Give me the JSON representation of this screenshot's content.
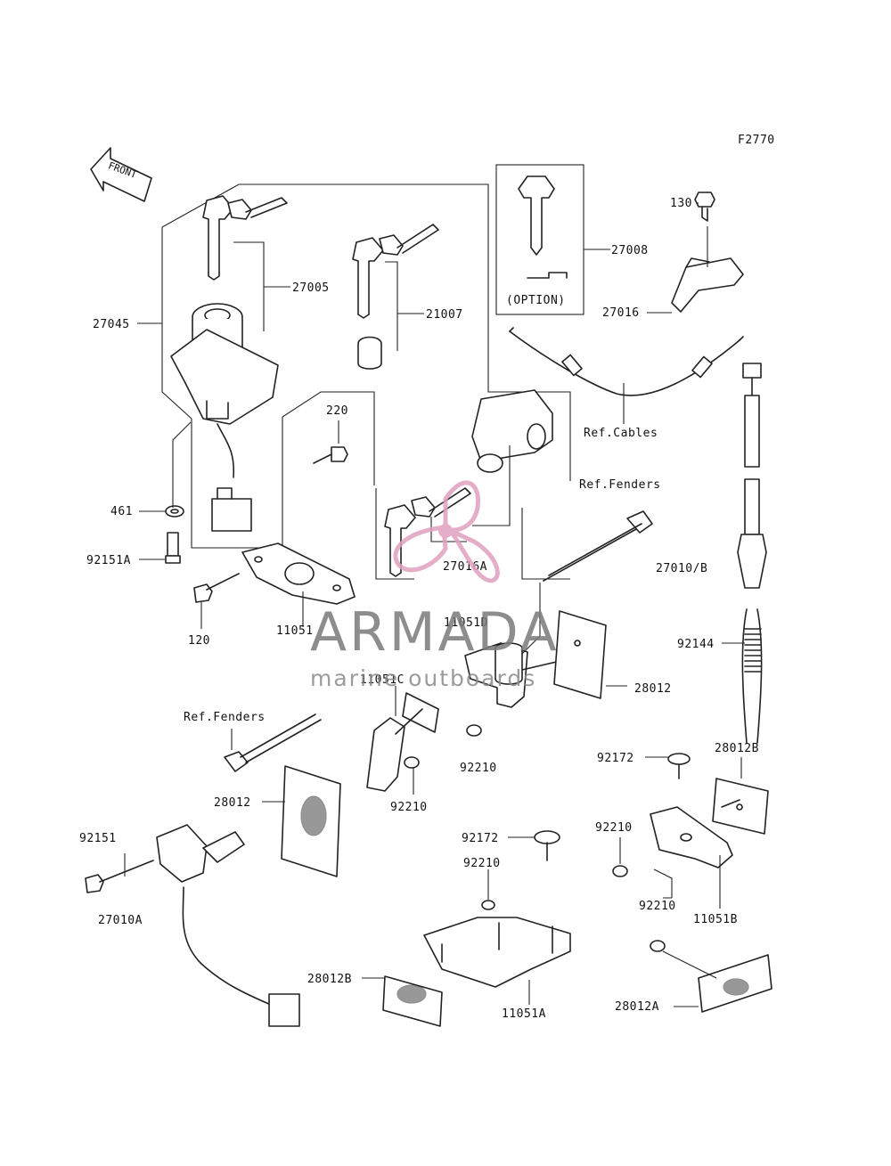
{
  "figure_code": "F2770",
  "front_arrow_label": "FRONT",
  "option_label": "(OPTION)",
  "watermark": {
    "brand": "ARMADA",
    "tagline": "marine outboards",
    "logo_color": "#e0a0c0"
  },
  "part_labels": [
    "130",
    "27008",
    "27016",
    "27005",
    "27045",
    "21007",
    "Ref.Cables",
    "220",
    "Ref.Fenders",
    "461",
    "92151A",
    "27016A",
    "27010/B",
    "120",
    "11051",
    "11051D",
    "92144",
    "11051C",
    "28012",
    "Ref.Fenders",
    "92210",
    "92172",
    "28012B",
    "28012",
    "92210",
    "92151",
    "92172",
    "92210",
    "92210",
    "27010A",
    "92210",
    "11051B",
    "28012B",
    "11051A",
    "28012A"
  ],
  "colors": {
    "line": "#222222",
    "background": "#ffffff"
  }
}
